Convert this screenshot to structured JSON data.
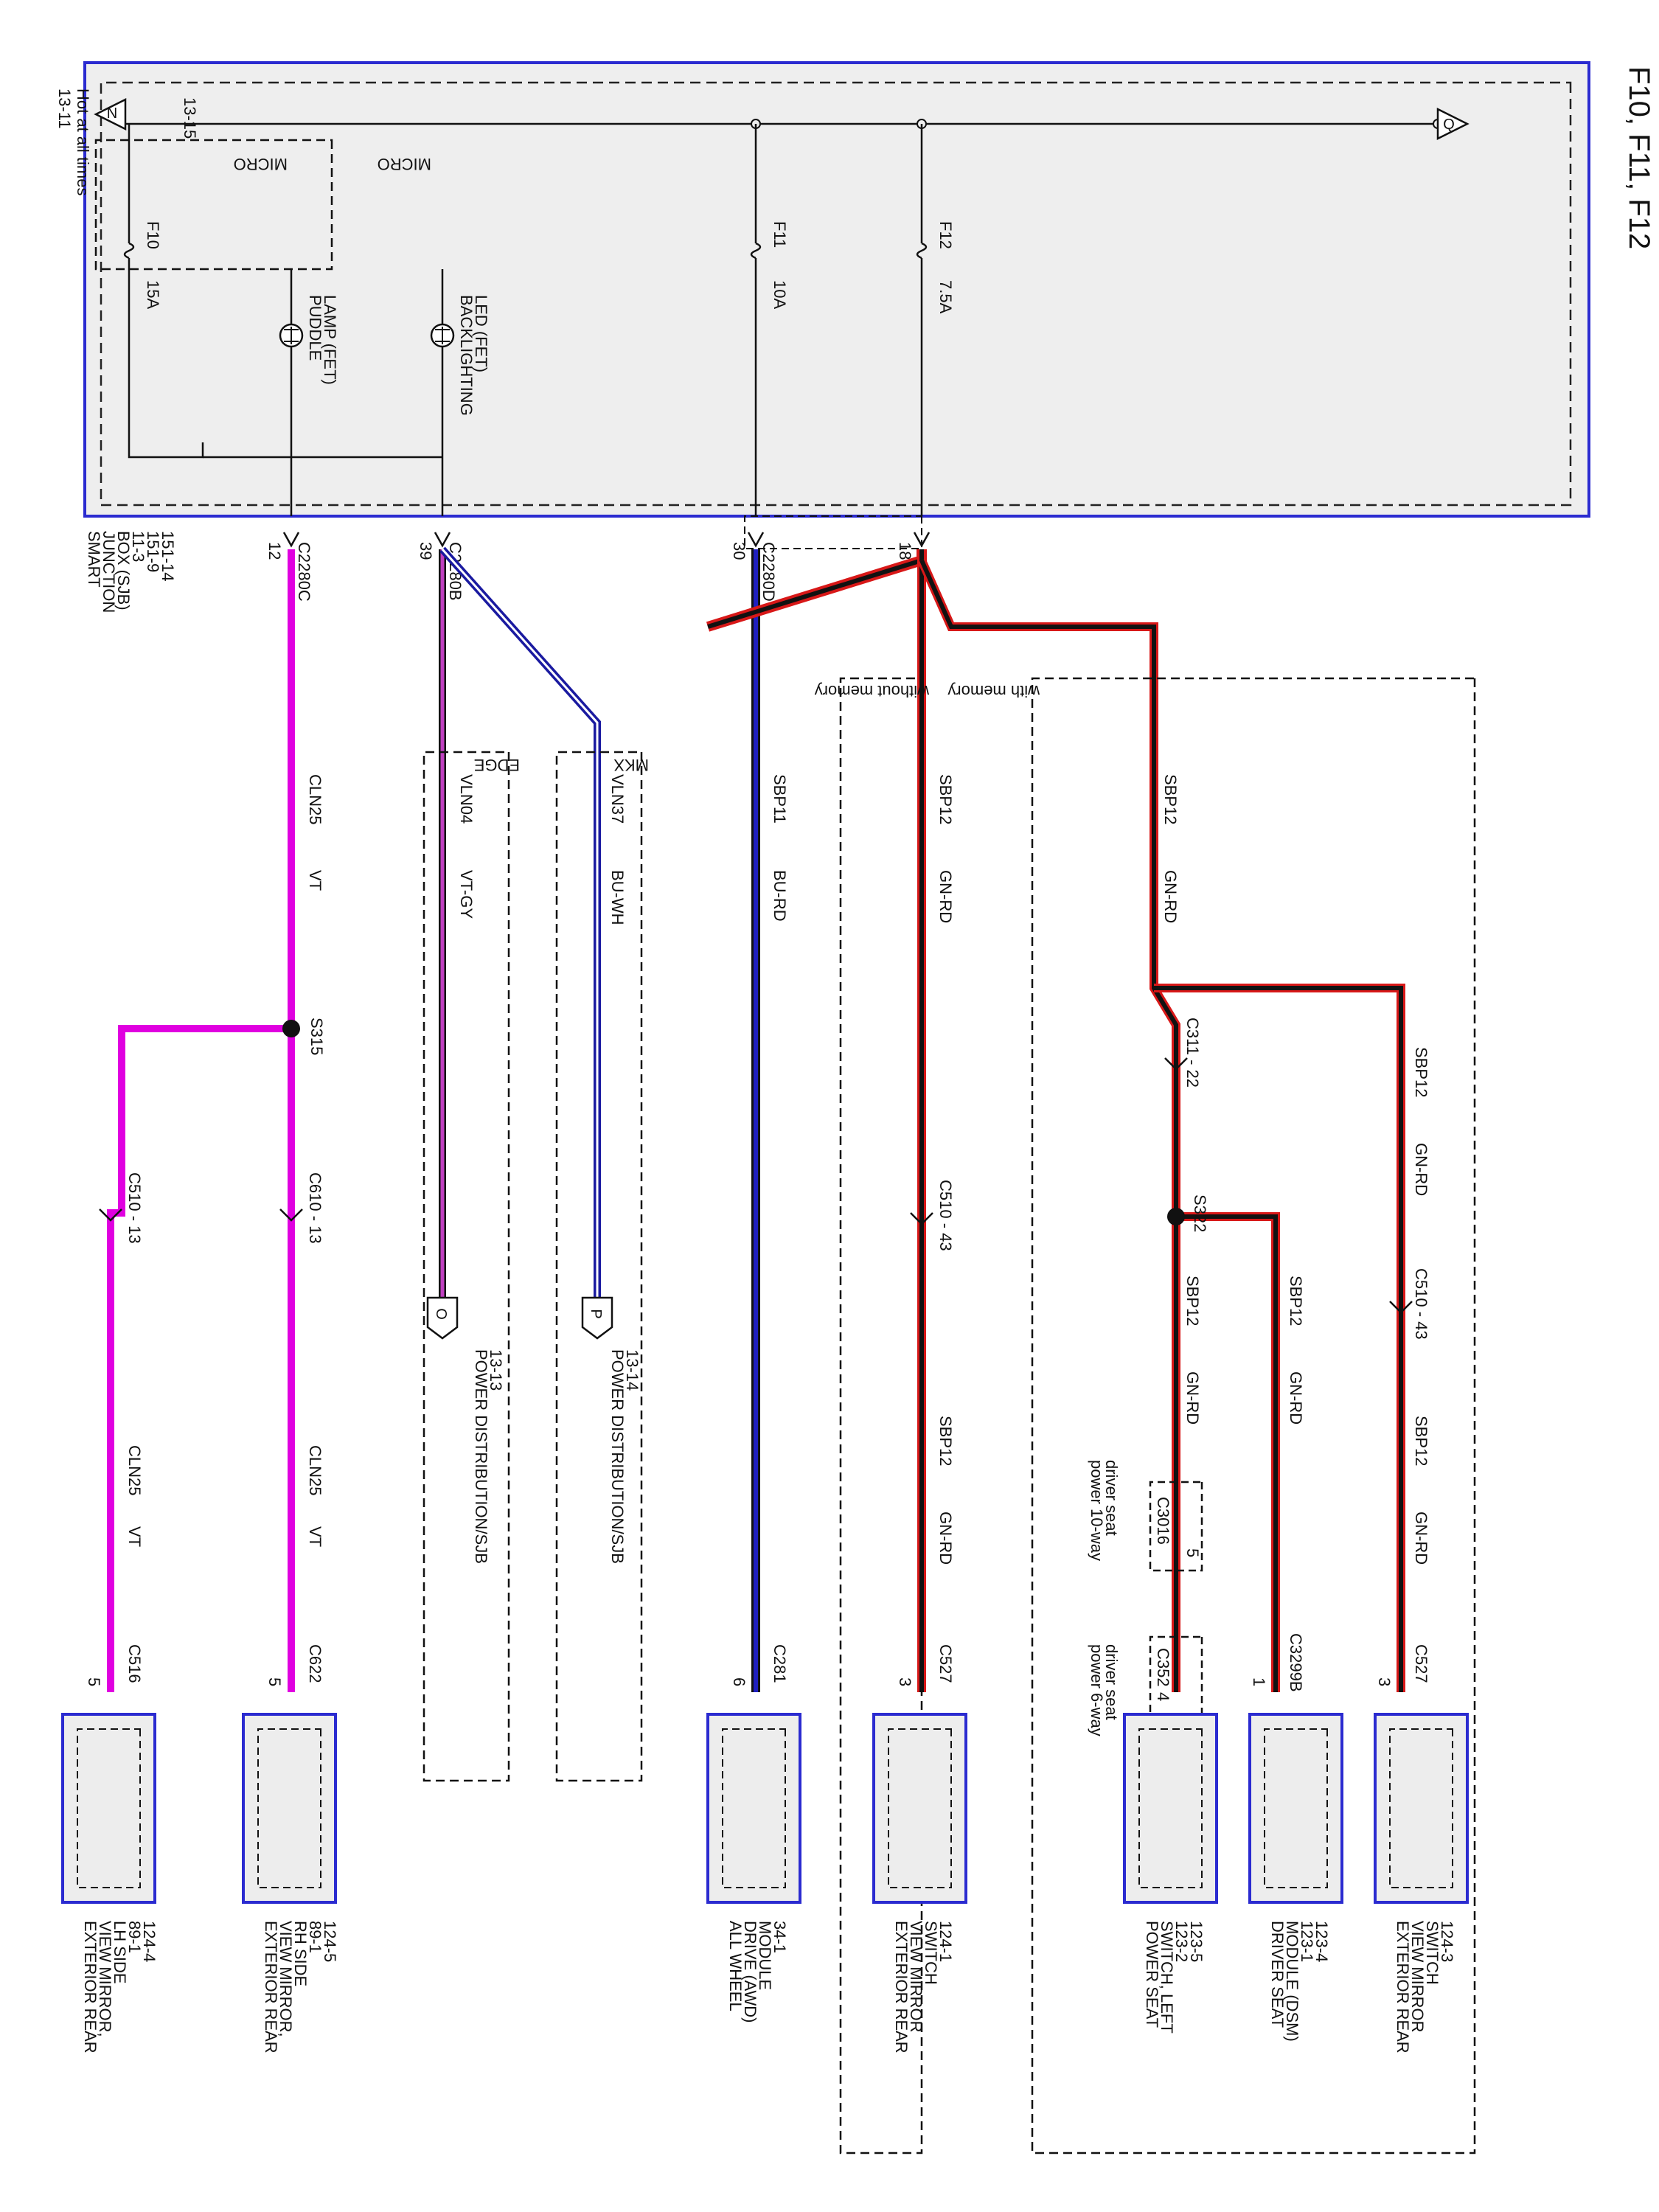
{
  "title": "F10, F11, F12",
  "sjb": {
    "hot_label": "Hot at all times",
    "micro1": "MICRO",
    "micro2": "MICRO",
    "puddle_lamp": [
      "PUDDLE",
      "LAMP (FET)"
    ],
    "backlighting_led": [
      "BACKLIGHTING",
      "LED (FET)"
    ],
    "fuses": [
      {
        "name": "F10",
        "rating": "15A"
      },
      {
        "name": "F11",
        "rating": "10A"
      },
      {
        "name": "F12",
        "rating": "7.5A"
      }
    ],
    "ref_n": {
      "letter": "N",
      "page": "13-11"
    },
    "ref_q": {
      "letter": "Q",
      "page": "13-15"
    },
    "module_name": [
      "SMART",
      "JUNCTION",
      "BOX (SJB)",
      "11-3",
      "151-9",
      "151-14"
    ]
  },
  "connectors": {
    "c2280c": {
      "name": "C2280C",
      "pin": "12"
    },
    "c2280b": {
      "name": "C2280B",
      "pin": "39"
    },
    "c2280d": {
      "name": "C2280D",
      "pin": "30"
    },
    "pin18": "18",
    "s315": "S315",
    "c510_13_a": "C510 - 13",
    "c610_13": "C610 - 13",
    "c516": {
      "name": "C516",
      "pin": "5"
    },
    "c622": {
      "name": "C622",
      "pin": "5"
    },
    "c281": {
      "name": "C281",
      "pin": "6"
    },
    "c510_43_a": "C510 - 43",
    "c527_a": {
      "name": "C527",
      "pin": "3"
    },
    "c311_22": "C311 - 22",
    "s322": "S322",
    "c3016": {
      "name": "C3016",
      "pin": "5"
    },
    "c352": {
      "name": "C352",
      "pin": "4"
    },
    "c3299b": {
      "name": "C3299B",
      "pin": "1"
    },
    "c510_43_b": "C510 - 43",
    "c527_b": {
      "name": "C527",
      "pin": "3"
    }
  },
  "wires": {
    "cln25_main": [
      "CLN25",
      "VT"
    ],
    "cln25_lh": [
      "CLN25",
      "VT"
    ],
    "cln25_rh": [
      "CLN25",
      "VT"
    ],
    "vln04": [
      "VLN04",
      "VT-GY"
    ],
    "vln37": [
      "VLN37",
      "BU-WH"
    ],
    "sbp11": [
      "SBP11",
      "BU-RD"
    ],
    "sbp12_wo_1": [
      "SBP12",
      "GN-RD"
    ],
    "sbp12_wo_2": [
      "SBP12",
      "GN-RD"
    ],
    "sbp12_wm_1": [
      "SBP12",
      "GN-RD"
    ],
    "sbp12_wm_2": [
      "SBP12",
      "GN-RD"
    ],
    "sbp12_wm_3": [
      "SBP12",
      "GN-RD"
    ],
    "sbp12_wm_4": [
      "SBP12",
      "GN-RD"
    ],
    "sbp12_wm_5": [
      "SBP12",
      "GN-RD"
    ]
  },
  "options": {
    "edge": "EDGE",
    "mkx": "MKX",
    "without_memory": "without memory",
    "with_memory": "with memory",
    "power_10way": [
      "power 10-way",
      "driver seat"
    ],
    "power_6way": [
      "power 6-way",
      "driver seat"
    ]
  },
  "refs": {
    "o": {
      "letter": "O",
      "label": "POWER DISTRIBUTION/SJB",
      "page": "13-13"
    },
    "p": {
      "letter": "P",
      "label": "POWER DISTRIBUTION/SJB",
      "page": "13-14"
    }
  },
  "components": {
    "mirror_lh": [
      "EXTERIOR REAR",
      "VIEW MIRROR,",
      "LH SIDE",
      "89-1",
      "124-4"
    ],
    "mirror_rh": [
      "EXTERIOR REAR",
      "VIEW MIRROR,",
      "RH SIDE",
      "89-1",
      "124-5"
    ],
    "awd": [
      "ALL WHEEL",
      "DRIVE (AWD)",
      "MODULE",
      "34-1"
    ],
    "mirror_switch_1": [
      "EXTERIOR REAR",
      "VIEW MIRROR",
      "SWITCH",
      "124-1"
    ],
    "seat_switch": [
      "POWER SEAT",
      "SWITCH, LEFT",
      "123-2",
      "123-5"
    ],
    "dsm": [
      "DRIVER SEAT",
      "MODULE (DSM)",
      "123-1",
      "123-4"
    ],
    "mirror_switch_3": [
      "EXTERIOR REAR",
      "VIEW MIRROR",
      "SWITCH",
      "124-3"
    ]
  },
  "colors": {
    "frame_blue": "#2b2bd0",
    "violet": "#e000e0",
    "blue_wire": "#2020c0",
    "red": "#d81818",
    "box_fill": "#ededed"
  }
}
